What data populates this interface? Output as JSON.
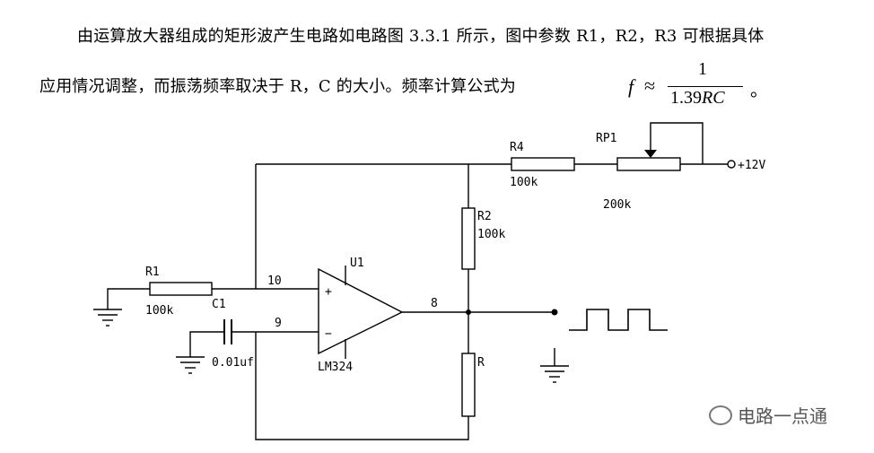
{
  "text": {
    "line1": "由运算放大器组成的矩形波产生电路如电路图 3.3.1 所示，图中参数 R1，R2，R3 可根据具体",
    "line2": "应用情况调整，而振荡频率取决于 R，C 的大小。频率计算公式为"
  },
  "formula": {
    "var": "f",
    "approx": "≈",
    "numerator": "1",
    "denominator_coef": "1.39",
    "denominator_vars": "RC",
    "tail": "。"
  },
  "circuit": {
    "R4": "R4",
    "R4_value": "100k",
    "RP1": "RP1",
    "RP1_value": "200k",
    "supply": "+12V",
    "R2": "R2",
    "R2_value": "100k",
    "U1": "U1",
    "opamp_model": "LM324",
    "pin10": "10",
    "pin9": "9",
    "pin8": "8",
    "R1": "R1",
    "R1_value": "100k",
    "C1": "C1",
    "C1_value": "0.01uf",
    "R": "R",
    "plus": "+",
    "minus": "−"
  },
  "watermark": "电路一点通"
}
